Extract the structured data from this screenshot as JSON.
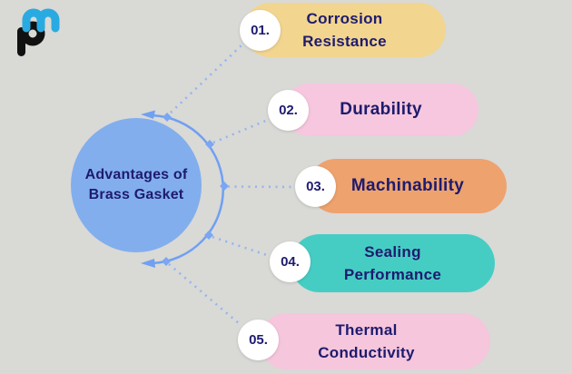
{
  "title": "Advantages of Brass Gasket infographic",
  "logo": {
    "name": "pm-logo",
    "p_color": "#111111",
    "m_color": "#29abe2"
  },
  "center": {
    "label": "Advantages of\nBrass Gasket",
    "bg_color": "#82aeee",
    "text_color": "#1e1b6e"
  },
  "connector": {
    "arc_color": "#6fa0f2",
    "node_color": "#7aa6f2",
    "dot_color": "#94b6f0"
  },
  "items": [
    {
      "number": "01.",
      "label": "Corrosion\nResistance",
      "color": "#f2d58f"
    },
    {
      "number": "02.",
      "label": "Durability",
      "color": "#f6c7de"
    },
    {
      "number": "03.",
      "label": "Machinability",
      "color": "#eea26d"
    },
    {
      "number": "04.",
      "label": "Sealing\nPerformance",
      "color": "#45cdc4"
    },
    {
      "number": "05.",
      "label": "Thermal\nConductivity",
      "color": "#f5c6dc"
    }
  ],
  "text_color": "#1e1b6e",
  "background_color": "#d9d9d6"
}
